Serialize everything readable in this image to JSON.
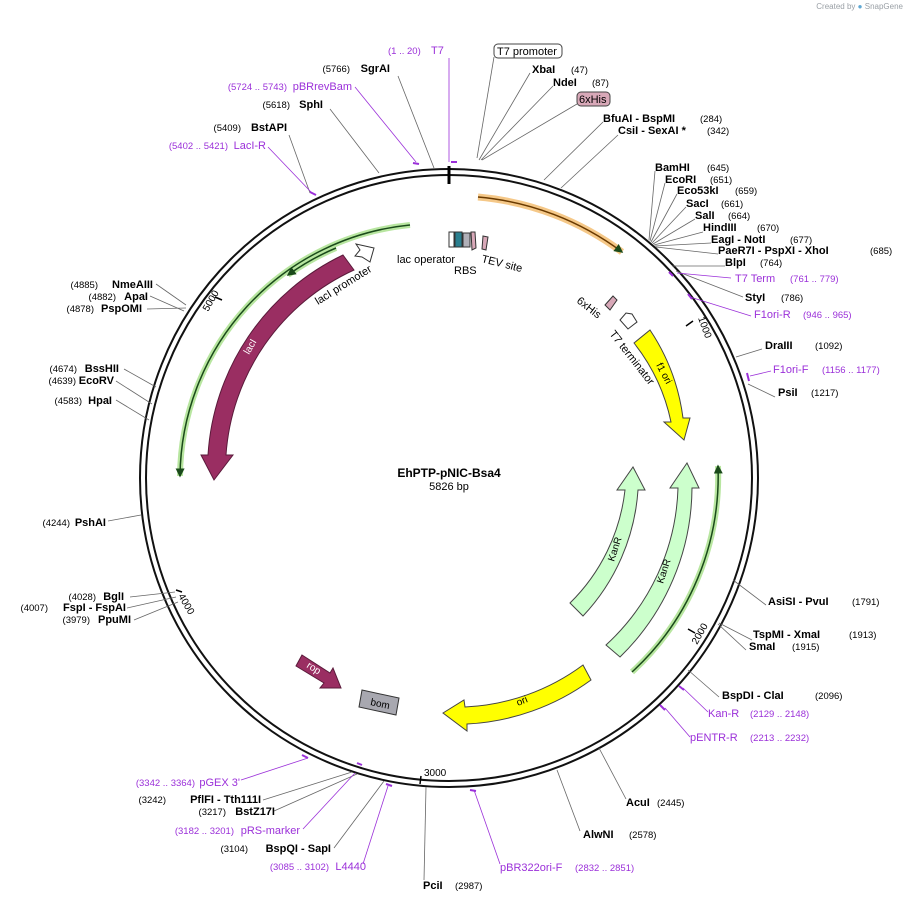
{
  "app": {
    "credit_prefix": "Created by",
    "credit_brand": "SnapGene"
  },
  "plasmid": {
    "name": "EhPTP-pNIC-Bsa4",
    "length_label": "5826 bp",
    "length": 5826
  },
  "ticks": [
    "1000",
    "2000",
    "3000",
    "4000",
    "5000"
  ],
  "sites": [
    {
      "name": "XbaI",
      "pos": "(47)"
    },
    {
      "name": "NdeI",
      "pos": "(87)"
    },
    {
      "name": "BfuAI - BspMI",
      "pos": "(284)"
    },
    {
      "name": "CsiI - SexAI *",
      "pos": "(342)"
    },
    {
      "name": "BamHI",
      "pos": "(645)"
    },
    {
      "name": "EcoRI",
      "pos": "(651)"
    },
    {
      "name": "Eco53kI",
      "pos": "(659)"
    },
    {
      "name": "SacI",
      "pos": "(661)"
    },
    {
      "name": "SalI",
      "pos": "(664)"
    },
    {
      "name": "HindIII",
      "pos": "(670)"
    },
    {
      "name": "EagI - NotI",
      "pos": "(677)"
    },
    {
      "name": "PaeR7I - PspXI - XhoI",
      "pos": "(685)"
    },
    {
      "name": "BlpI",
      "pos": "(764)"
    },
    {
      "name": "StyI",
      "pos": "(786)"
    },
    {
      "name": "DraIII",
      "pos": "(1092)"
    },
    {
      "name": "PsiI",
      "pos": "(1217)"
    },
    {
      "name": "AsiSI - PvuI",
      "pos": "(1791)"
    },
    {
      "name": "TspMI - XmaI",
      "pos": "(1913)"
    },
    {
      "name": "SmaI",
      "pos": "(1915)"
    },
    {
      "name": "BspDI - ClaI",
      "pos": "(2096)"
    },
    {
      "name": "AcuI",
      "pos": "(2445)"
    },
    {
      "name": "AlwNI",
      "pos": "(2578)"
    },
    {
      "name": "PciI",
      "pos": "(2987)"
    },
    {
      "name": "BspQI - SapI",
      "pos": "(3104)"
    },
    {
      "name": "BstZ17I",
      "pos": "(3217)"
    },
    {
      "name": "PflFI - Tth111I",
      "pos": "(3242)"
    },
    {
      "name": "PpuMI",
      "pos": "(3979)"
    },
    {
      "name": "FspI - FspAI",
      "pos": "(4007)"
    },
    {
      "name": "BglI",
      "pos": "(4028)"
    },
    {
      "name": "PshAI",
      "pos": "(4244)"
    },
    {
      "name": "HpaI",
      "pos": "(4583)"
    },
    {
      "name": "EcoRV",
      "pos": "(4639)"
    },
    {
      "name": "BssHII",
      "pos": "(4674)"
    },
    {
      "name": "PspOMI",
      "pos": "(4878)"
    },
    {
      "name": "ApaI",
      "pos": "(4882)"
    },
    {
      "name": "NmeAIII",
      "pos": "(4885)"
    },
    {
      "name": "BstAPI",
      "pos": "(5409)"
    },
    {
      "name": "SphI",
      "pos": "(5618)"
    },
    {
      "name": "SgrAI",
      "pos": "(5766)"
    }
  ],
  "primers": [
    {
      "name": "T7",
      "range": "(1 .. 20)"
    },
    {
      "name": "T7 Term",
      "range": "(761 .. 779)"
    },
    {
      "name": "F1ori-R",
      "range": "(946 .. 965)"
    },
    {
      "name": "F1ori-F",
      "range": "(1156 .. 1177)"
    },
    {
      "name": "Kan-R",
      "range": "(2129 .. 2148)"
    },
    {
      "name": "pENTR-R",
      "range": "(2213 .. 2232)"
    },
    {
      "name": "pBR322ori-F",
      "range": "(2832 .. 2851)"
    },
    {
      "name": "L4440",
      "range": "(3085 .. 3102)"
    },
    {
      "name": "pRS-marker",
      "range": "(3182 .. 3201)"
    },
    {
      "name": "pGEX 3'",
      "range": "(3342 .. 3364)"
    },
    {
      "name": "LacI-R",
      "range": "(5402 .. 5421)"
    },
    {
      "name": "pBRrevBam",
      "range": "(5724 .. 5743)"
    }
  ],
  "features": {
    "t7_promoter": "T7 promoter",
    "his_top": "6xHis",
    "lac_operator": "lac operator",
    "rbs": "RBS",
    "tev_site": "TEV site",
    "his_inner": "6xHis",
    "t7_terminator": "T7 terminator",
    "f1_ori": "f1 ori",
    "kanr_outer": "KanR",
    "kanr_inner": "KanR",
    "ori": "ori",
    "bom": "bom",
    "rop": "rop",
    "laci": "lacI",
    "laci_promoter": "lacI promoter"
  },
  "colors": {
    "primer": "#9b30d9",
    "laci": "#9a2e62",
    "f1_ori": "#ffff00",
    "kanr": "#ccffcc",
    "orf_green": "#339933",
    "his_tag": "#d8a8b8",
    "bom": "#a8a8b0",
    "orange": "#f0a030"
  }
}
